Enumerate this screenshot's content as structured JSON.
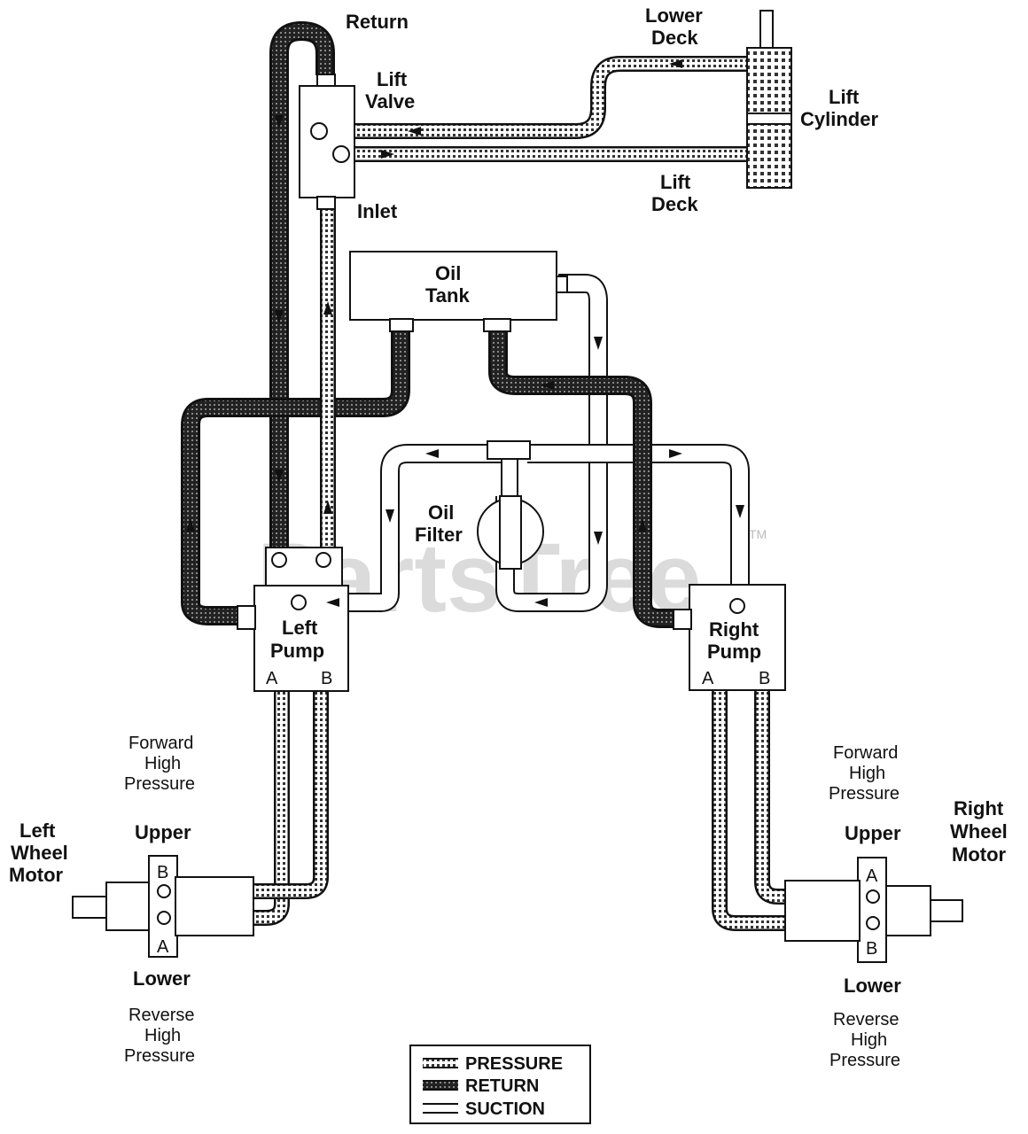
{
  "labels": {
    "return": "Return",
    "lift_valve_1": "Lift",
    "lift_valve_2": "Valve",
    "inlet": "Inlet",
    "lower_deck_1": "Lower",
    "lower_deck_2": "Deck",
    "lift_cylinder_1": "Lift",
    "lift_cylinder_2": "Cylinder",
    "lift_deck_1": "Lift",
    "lift_deck_2": "Deck",
    "oil_tank_1": "Oil",
    "oil_tank_2": "Tank",
    "oil_filter_1": "Oil",
    "oil_filter_2": "Filter",
    "left_pump_1": "Left",
    "left_pump_2": "Pump",
    "right_pump_1": "Right",
    "right_pump_2": "Pump",
    "port_a": "A",
    "port_b": "B",
    "forward_1": "Forward",
    "forward_2": "High",
    "forward_3": "Pressure",
    "reverse_1": "Reverse",
    "reverse_2": "High",
    "reverse_3": "Pressure",
    "upper": "Upper",
    "lower": "Lower",
    "left_wheel_1": "Left",
    "left_wheel_2": "Wheel",
    "left_wheel_3": "Motor",
    "right_wheel_1": "Right",
    "right_wheel_2": "Wheel",
    "right_wheel_3": "Motor"
  },
  "legend": {
    "pressure": "PRESSURE",
    "return": "RETURN",
    "suction": "SUCTION"
  },
  "watermark": {
    "text": "PartsTree",
    "tm": "TM"
  }
}
